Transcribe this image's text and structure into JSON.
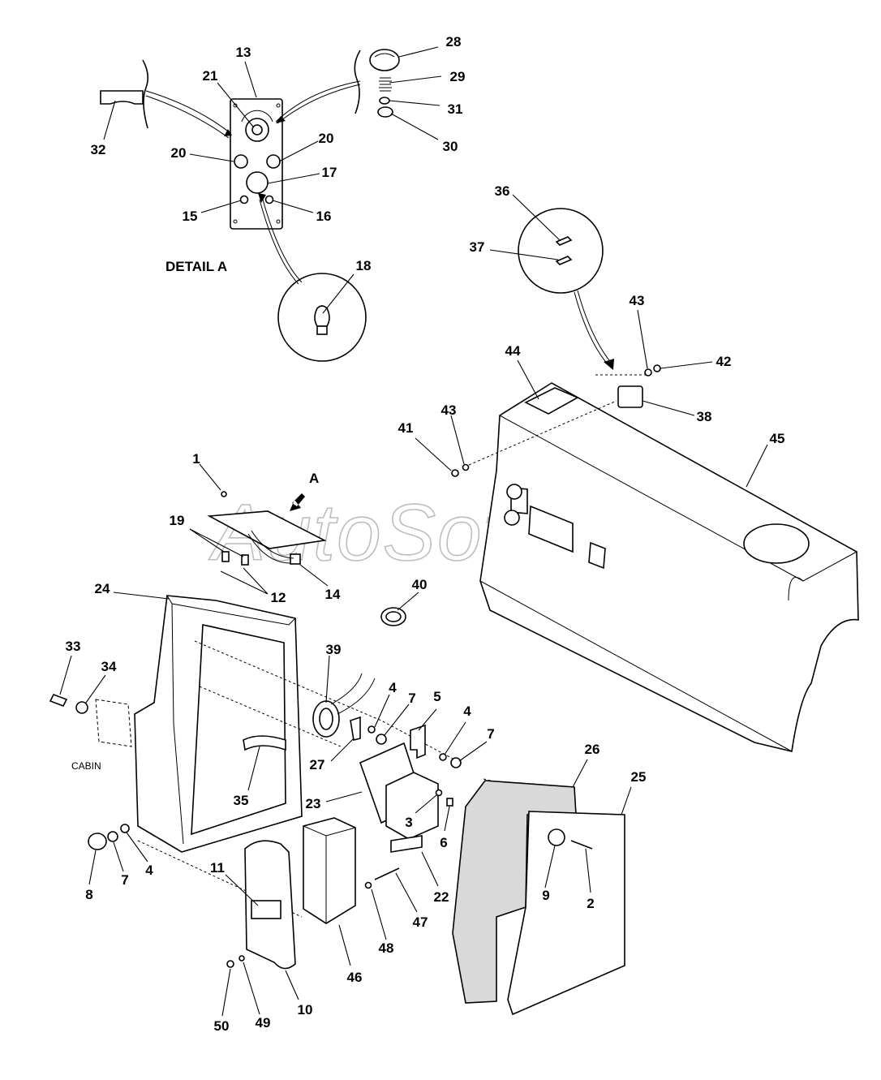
{
  "title": "",
  "detail_label": "DETAIL A",
  "view_arrow_label": "A",
  "cabin_label": "CABIN",
  "watermark": "AutoSoft",
  "callouts": [
    {
      "id": "c13",
      "text": "13"
    },
    {
      "id": "c21",
      "text": "21"
    },
    {
      "id": "c28",
      "text": "28"
    },
    {
      "id": "c29",
      "text": "29"
    },
    {
      "id": "c31",
      "text": "31"
    },
    {
      "id": "c30",
      "text": "30"
    },
    {
      "id": "c32",
      "text": "32"
    },
    {
      "id": "c20a",
      "text": "20"
    },
    {
      "id": "c20b",
      "text": "20"
    },
    {
      "id": "c17",
      "text": "17"
    },
    {
      "id": "c15",
      "text": "15"
    },
    {
      "id": "c16",
      "text": "16"
    },
    {
      "id": "c18",
      "text": "18"
    },
    {
      "id": "c36",
      "text": "36"
    },
    {
      "id": "c37",
      "text": "37"
    },
    {
      "id": "c43a",
      "text": "43"
    },
    {
      "id": "c42",
      "text": "42"
    },
    {
      "id": "c44",
      "text": "44"
    },
    {
      "id": "c38",
      "text": "38"
    },
    {
      "id": "c43b",
      "text": "43"
    },
    {
      "id": "c41",
      "text": "41"
    },
    {
      "id": "c45",
      "text": "45"
    },
    {
      "id": "c1",
      "text": "1"
    },
    {
      "id": "c19",
      "text": "19"
    },
    {
      "id": "c12",
      "text": "12"
    },
    {
      "id": "c14",
      "text": "14"
    },
    {
      "id": "c24",
      "text": "24"
    },
    {
      "id": "c40",
      "text": "40"
    },
    {
      "id": "c33",
      "text": "33"
    },
    {
      "id": "c34",
      "text": "34"
    },
    {
      "id": "c39",
      "text": "39"
    },
    {
      "id": "c4a",
      "text": "4"
    },
    {
      "id": "c7a",
      "text": "7"
    },
    {
      "id": "c5",
      "text": "5"
    },
    {
      "id": "c4b",
      "text": "4"
    },
    {
      "id": "c7b",
      "text": "7"
    },
    {
      "id": "c27",
      "text": "27"
    },
    {
      "id": "c26",
      "text": "26"
    },
    {
      "id": "c25",
      "text": "25"
    },
    {
      "id": "c35",
      "text": "35"
    },
    {
      "id": "c23",
      "text": "23"
    },
    {
      "id": "c3",
      "text": "3"
    },
    {
      "id": "c6",
      "text": "6"
    },
    {
      "id": "c8",
      "text": "8"
    },
    {
      "id": "c7c",
      "text": "7"
    },
    {
      "id": "c4c",
      "text": "4"
    },
    {
      "id": "c11",
      "text": "11"
    },
    {
      "id": "c22",
      "text": "22"
    },
    {
      "id": "c9",
      "text": "9"
    },
    {
      "id": "c2",
      "text": "2"
    },
    {
      "id": "c47",
      "text": "47"
    },
    {
      "id": "c48",
      "text": "48"
    },
    {
      "id": "c46",
      "text": "46"
    },
    {
      "id": "c10",
      "text": "10"
    },
    {
      "id": "c50",
      "text": "50"
    },
    {
      "id": "c49",
      "text": "49"
    }
  ]
}
